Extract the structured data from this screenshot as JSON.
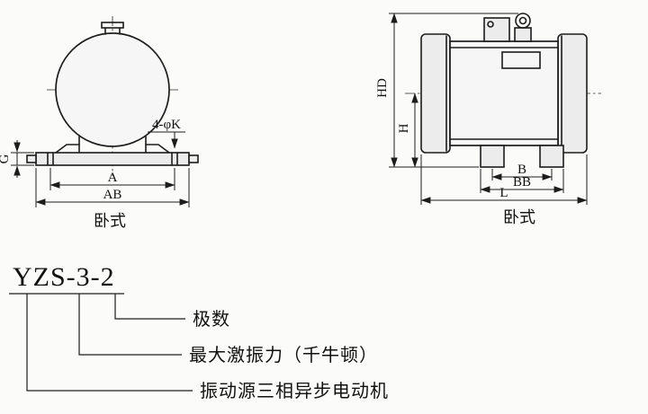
{
  "front_view": {
    "dim_g": "G",
    "dim_holes": "4-φK",
    "dim_a": "A",
    "dim_ab": "AB",
    "caption": "卧式"
  },
  "side_view": {
    "dim_hd": "HD",
    "dim_h": "H",
    "dim_b": "B",
    "dim_bb": "BB",
    "dim_l": "L",
    "caption": "卧式"
  },
  "model": {
    "code": "YZS-3-2",
    "callouts": [
      {
        "label": "极数"
      },
      {
        "label": "最大激振力（千牛顿）"
      },
      {
        "label": "振动源三相异步电动机"
      }
    ]
  }
}
